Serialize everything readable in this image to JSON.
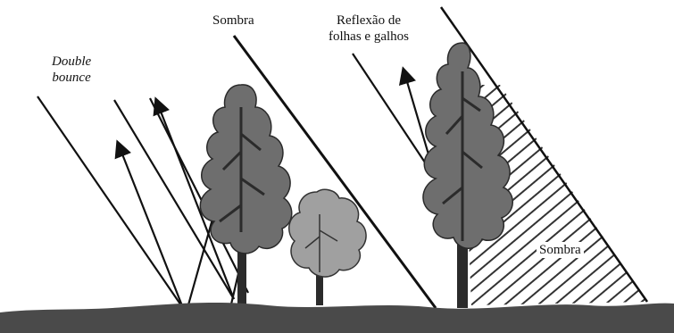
{
  "labels": {
    "double_bounce_line1": "Double",
    "double_bounce_line2": "bounce",
    "sombra_top": "Sombra",
    "reflexao_line1": "Reflexão de",
    "reflexao_line2": "folhas e galhos",
    "sombra_right": "Sombra"
  },
  "colors": {
    "ground": "#4a4a4a",
    "foliage_dark": "#6e6e6e",
    "foliage_light": "#9a9a9a",
    "trunk": "#2b2b2b",
    "rays": "#1a1a1a",
    "hatch": "#333333",
    "background": "#ffffff"
  },
  "icons": {
    "ray_arrow": "arrow-head-icon"
  }
}
